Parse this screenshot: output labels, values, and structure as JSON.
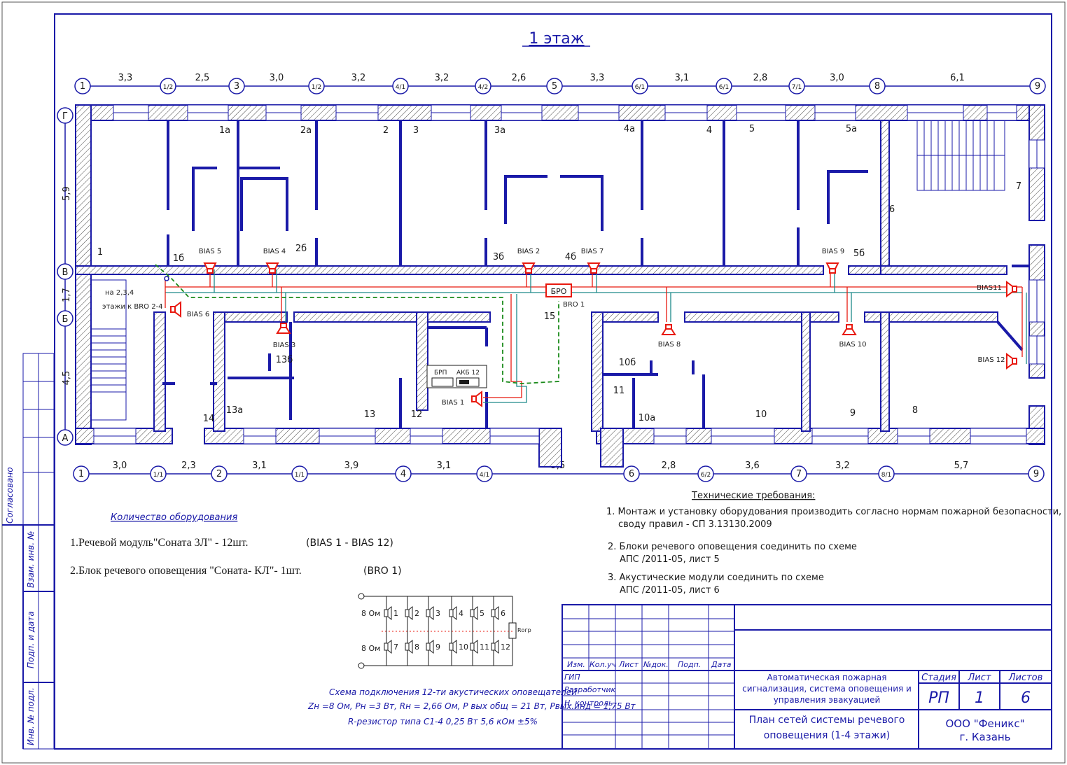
{
  "title": "1 этаж",
  "axes_top": {
    "labels": [
      "1",
      "1/2",
      "3",
      "1/2",
      "4/1",
      "4/2",
      "5",
      "6/1",
      "6/1",
      "7/1",
      "8",
      "9"
    ],
    "dims": [
      "3,3",
      "2,5",
      "3,0",
      "3,2",
      "3,2",
      "2,6",
      "3,3",
      "3,1",
      "2,8",
      "3,0",
      "6,1"
    ]
  },
  "axes_bottom": {
    "labels": [
      "1",
      "1/1",
      "2",
      "1/1",
      "4",
      "4/1",
      "6",
      "6/2",
      "7",
      "8/1",
      "9"
    ],
    "dims": [
      "3,0",
      "2,3",
      "3,1",
      "3,9",
      "3,1",
      "5,5",
      "2,8",
      "3,6",
      "3,2",
      "5,7"
    ]
  },
  "axes_left": {
    "labels": [
      "Г",
      "В",
      "Б",
      "А"
    ],
    "dims": [
      "5,9",
      "1,7",
      "4,5"
    ]
  },
  "rooms": [
    "1",
    "1а",
    "2а",
    "2",
    "3",
    "3а",
    "4а",
    "4",
    "5",
    "5а",
    "7",
    "6",
    "1б",
    "2б",
    "3б",
    "4б",
    "5б",
    "15",
    "13б",
    "13а",
    "13",
    "12",
    "14",
    "10б",
    "11",
    "10а",
    "10",
    "9",
    "8"
  ],
  "devices": {
    "speakers": [
      "BIAS 5",
      "BIAS 4",
      "BIAS 2",
      "BIAS 7",
      "BIAS 9",
      "BIAS11",
      "BIAS 6",
      "BIAS 3",
      "BIAS 8",
      "BIAS 10",
      "BIAS 12",
      "BIAS 1"
    ],
    "bro": "БРО",
    "bro_label": "BRO 1",
    "brp": "БРП",
    "akb": "АКБ 12",
    "riser_note_1": "на 2,3,4",
    "riser_note_2": "этажи к BRO 2-4"
  },
  "equipment": {
    "heading": "Количество оборудования",
    "item1": "1.Речевой модуль\"Соната 3Л\"  -  12шт.",
    "item1_codes": "(BIAS 1 - BIAS 12)",
    "item2": "2.Блок речевого оповещения \"Соната- КЛ\"- 1шт.",
    "item2_code": "(BRO 1)"
  },
  "tech": {
    "heading": "Технические требования:",
    "l1": "1. Монтаж и установку оборудования производить согласно нормам пожарной безопасности,",
    "l2": "своду правил - СП 3.13130.2009",
    "l3": "2. Блоки речевого оповещения соединить по схеме",
    "l4": "АПС /2011-05, лист 5",
    "l5": "3. Акустические модули соединить по схеме",
    "l6": "АПС /2011-05, лист 6"
  },
  "wiring": {
    "ohm_top": "8 Ом",
    "ohm_bottom": "8 Ом",
    "top_nums": [
      "1",
      "2",
      "3",
      "4",
      "5",
      "6"
    ],
    "bottom_nums": [
      "7",
      "8",
      "9",
      "10",
      "11",
      "12"
    ],
    "resistor": "Rогр",
    "caption1": "Схема подключения 12-ти акустических оповещателей",
    "caption2": "Zн =8 Ом, Pн =3 Вт, Rн = 2,66 Ом, P вых общ = 21 Вт, Pвых.инд = 1,75 Вт",
    "caption3": "R-резистор типа С1-4  0,25 Вт  5,6 кОм ±5%"
  },
  "stamp": {
    "h_izm": "Изм.",
    "h_koluch": "Кол.уч",
    "h_list": "Лист",
    "h_ndok": "№док.",
    "h_podp": "Подп.",
    "h_data": "Дата",
    "gip": "ГИП",
    "razrab": "Разработчик",
    "nkontrol": "Н. контроль",
    "project": "Автоматическая пожарная сигнализация,  система оповещения и управления эвакуацией",
    "sheet_title": "План сетей системы речевого оповещения (1-4 этажи)",
    "h_stage": "Стадия",
    "h_sheet": "Лист",
    "h_sheets": "Листов",
    "stage": "РП",
    "sheet": "1",
    "sheets": "6",
    "org": "ООО \"Феникс\"",
    "city": "г. Казань"
  },
  "side": {
    "soglasovano": "Согласовано",
    "vzam": "Взам. инв. №",
    "podp": "Подп. и дата",
    "inv": "Инв. № подл."
  },
  "colors": {
    "line": "#1a1aa8",
    "red": "#e8190f",
    "green": "#1a8a1a",
    "teal": "#1d8a8a"
  }
}
